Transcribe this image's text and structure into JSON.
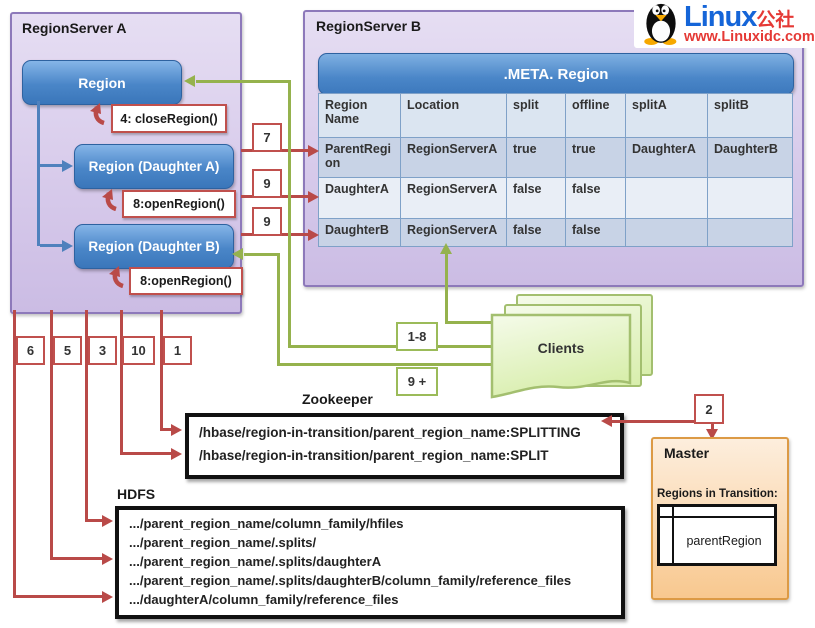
{
  "watermark": {
    "brand": "Linux",
    "brand_cn": "公社",
    "url": "www.Linuxidc.com"
  },
  "regionserver_a": {
    "title": "RegionServer A",
    "boxes": {
      "region": "Region",
      "daughter_a": "Region (Daughter A)",
      "daughter_b": "Region (Daughter B)"
    },
    "labels": {
      "close_region": "4: closeRegion()",
      "open_region_a": "8:openRegion()",
      "open_region_b": "8:openRegion()"
    }
  },
  "regionserver_b": {
    "title": "RegionServer B",
    "meta_region_title": ".META. Region",
    "table": {
      "headers": [
        "Region Name",
        "Location",
        "split",
        "offline",
        "splitA",
        "splitB"
      ],
      "rows": [
        [
          "ParentRegion",
          "RegionServerA",
          "true",
          "true",
          "DaughterA",
          "DaughterB"
        ],
        [
          "DaughterA",
          "RegionServerA",
          "false",
          "false",
          "",
          ""
        ],
        [
          "DaughterB",
          "RegionServerA",
          "false",
          "false",
          "",
          ""
        ]
      ]
    }
  },
  "steps": {
    "left": [
      "6",
      "5",
      "3",
      "10",
      "1"
    ],
    "meta_updates": [
      "7",
      "9",
      "9"
    ],
    "client_phase_1": "1-8",
    "client_phase_2": "9 +",
    "master_step": "2"
  },
  "clients": {
    "label": "Clients"
  },
  "zookeeper": {
    "title": "Zookeeper",
    "entries": [
      "/hbase/region-in-transition/parent_region_name:SPLITTING",
      "/hbase/region-in-transition/parent_region_name:SPLIT"
    ]
  },
  "hdfs": {
    "title": "HDFS",
    "paths": [
      ".../parent_region_name/column_family/hfiles",
      ".../parent_region_name/.splits/",
      ".../parent_region_name/.splits/daughterA",
      ".../parent_region_name/.splits/daughterB/column_family/reference_files",
      ".../daughterA/column_family/reference_files"
    ]
  },
  "master": {
    "title": "Master",
    "rit_label": "Regions in Transition:",
    "rit_entry": "parentRegion"
  },
  "colors": {
    "arrow_red": "#b94a48",
    "arrow_green": "#95b24d",
    "arrow_blue": "#4f81bd",
    "purple_border": "#8d79ba",
    "orange_border": "#dc9a45",
    "brand_blue": "#1565d8",
    "brand_red": "#e53935"
  }
}
